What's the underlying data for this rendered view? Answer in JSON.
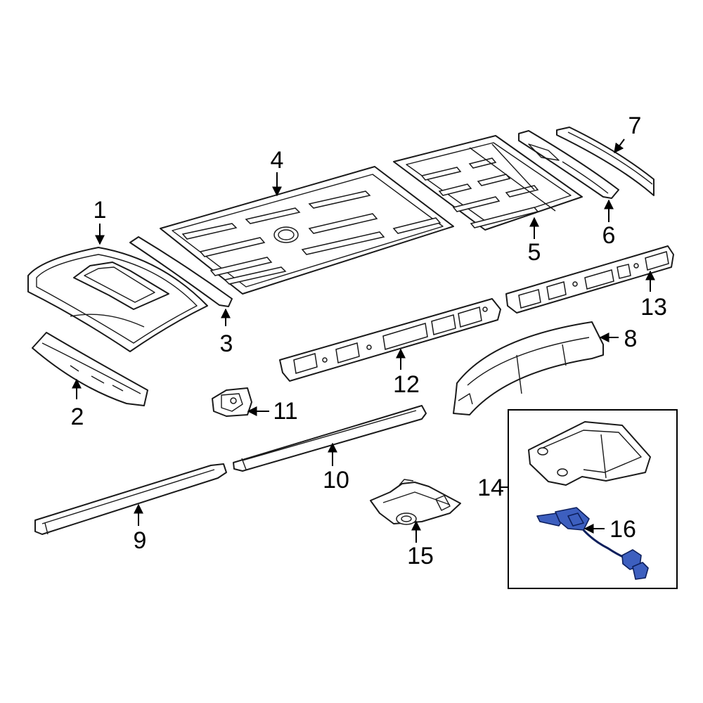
{
  "diagram": {
    "callouts": [
      "1",
      "2",
      "3",
      "4",
      "5",
      "6",
      "7",
      "8",
      "9",
      "10",
      "11",
      "12",
      "13",
      "14",
      "15",
      "16"
    ],
    "highlight_color": "#3d5fbf",
    "line_color": "#1a1a1a"
  }
}
